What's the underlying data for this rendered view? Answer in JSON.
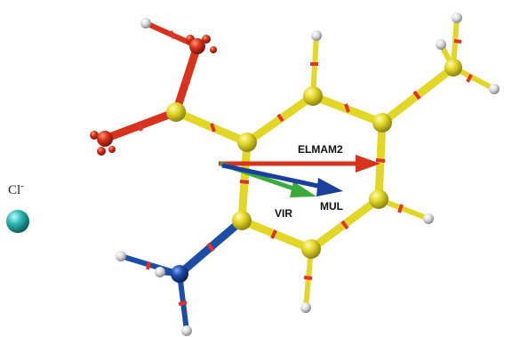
{
  "labels": {
    "elmam2": "ELMAM2",
    "vir": "VIR",
    "mul": "MUL",
    "chloride_symbol": "Cl",
    "chloride_charge": "-"
  },
  "colors": {
    "carbon": "#e2d626",
    "oxygen": "#d8321c",
    "nitrogen": "#1e4da6",
    "hydrogen": "#e8e8e8",
    "chloride": "#2fb7b4",
    "elmam2_arrow": "#d8321c",
    "vir_arrow": "#3caa3c",
    "mul_arrow": "#1b3f9c",
    "bond_mark": "#e0332a"
  }
}
